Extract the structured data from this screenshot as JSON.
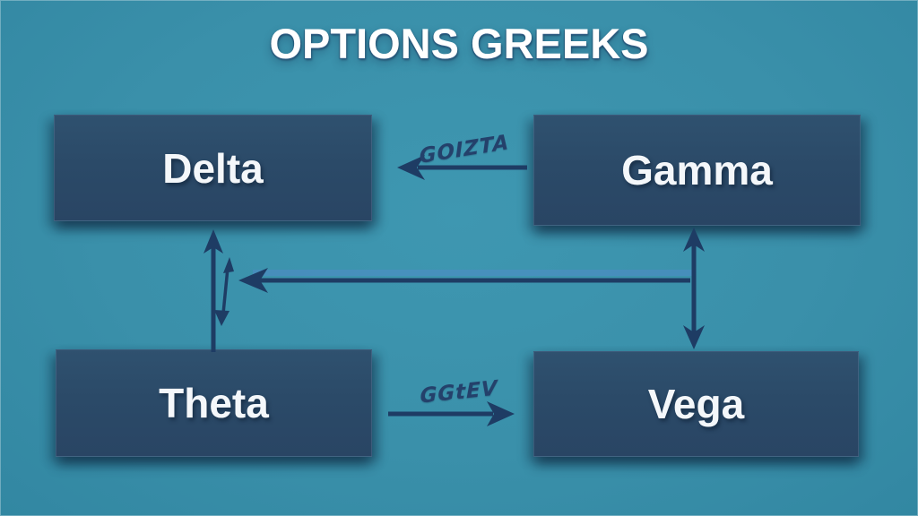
{
  "title": "OPTIONS GREEKS",
  "nodes": [
    {
      "id": "delta",
      "label": "Delta"
    },
    {
      "id": "gamma",
      "label": "Gamma"
    },
    {
      "id": "theta",
      "label": "Theta"
    },
    {
      "id": "vega",
      "label": "Vega"
    }
  ],
  "edges": [
    {
      "from": "Gamma",
      "to": "Delta",
      "direction": "left",
      "label": "GOIZTA"
    },
    {
      "from": "Theta",
      "to": "Vega",
      "direction": "right",
      "label": "GGtEV"
    },
    {
      "from": "Gamma",
      "to": "Vega",
      "direction": "both",
      "label": ""
    },
    {
      "from": "Theta",
      "to": "Delta",
      "direction": "both",
      "label": ""
    },
    {
      "from": "Vega column",
      "to": "Delta column",
      "direction": "left",
      "label": ""
    }
  ],
  "colors": {
    "background": "#3a90aa",
    "node_fill": "#2b4a68",
    "node_text": "#f4f7fa",
    "arrow": "#1e3c64",
    "title_text": "#ffffff",
    "annotation": "#24416b"
  }
}
